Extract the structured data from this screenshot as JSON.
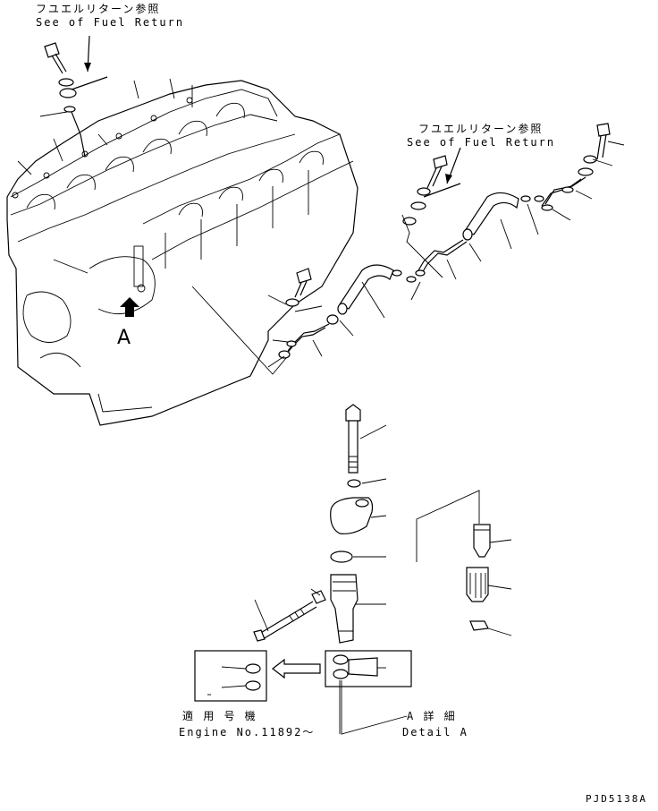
{
  "notes": {
    "fuel_return_top_jp": "フユエルリターン参照",
    "fuel_return_top_en": "See of Fuel Return",
    "fuel_return_right_jp": "フユエルリターン参照",
    "fuel_return_right_en": "See of Fuel Return"
  },
  "view_marker": {
    "letter": "A"
  },
  "applicability": {
    "jp": "適 用 号 機",
    "en": "Engine No.11892～"
  },
  "detail": {
    "jp": "A 詳 細",
    "en": "Detail A"
  },
  "drawing_code": "PJD5138A"
}
